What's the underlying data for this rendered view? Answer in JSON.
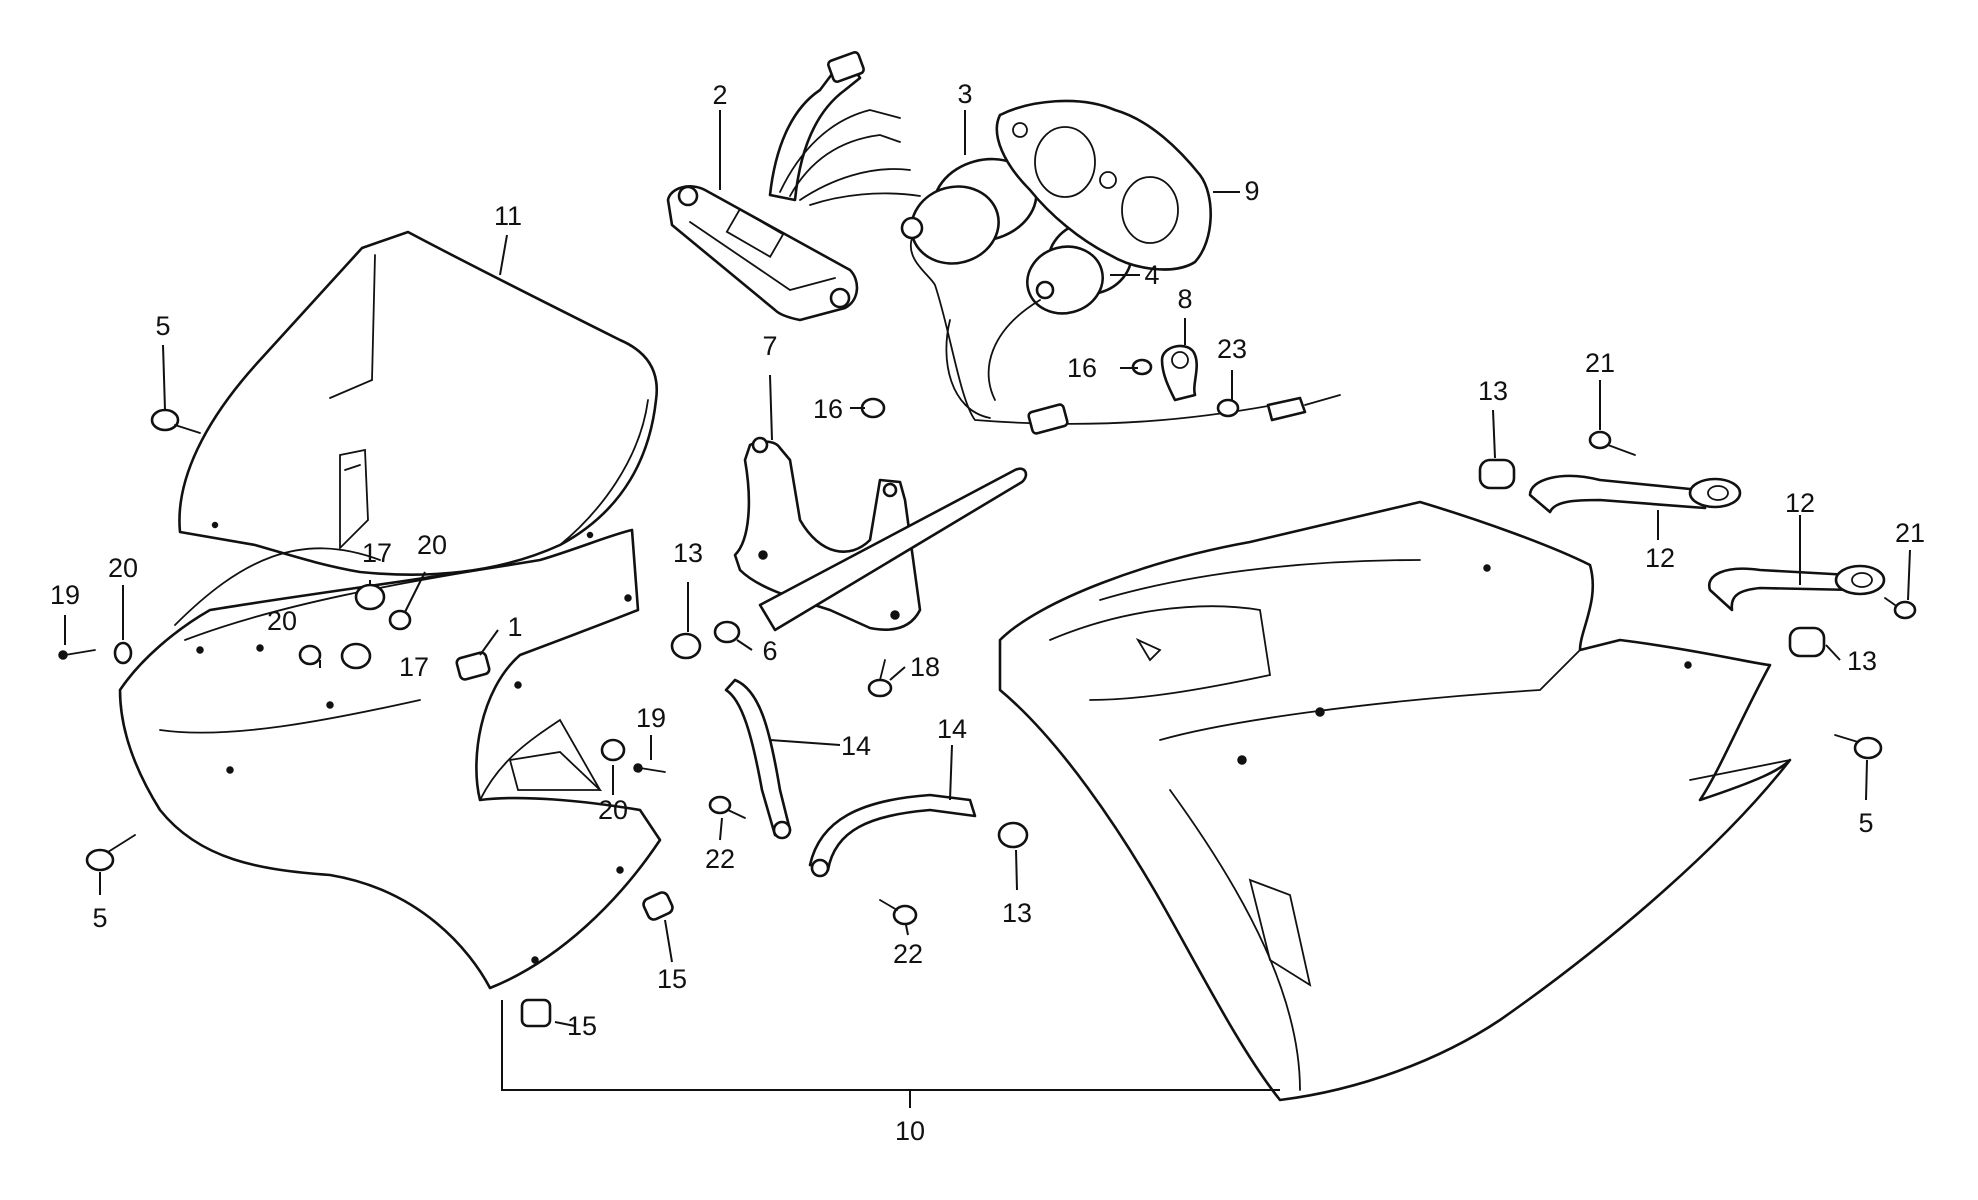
{
  "callouts": {
    "p1": "1",
    "p2": "2",
    "p3": "3",
    "p4": "4",
    "p5a": "5",
    "p5b": "5",
    "p5c": "5",
    "p6": "6",
    "p7": "7",
    "p8": "8",
    "p9": "9",
    "p10": "10",
    "p11": "11",
    "p12a": "12",
    "p12b": "12",
    "p13a": "13",
    "p13b": "13",
    "p13c": "13",
    "p13d": "13",
    "p14a": "14",
    "p14b": "14",
    "p15a": "15",
    "p15b": "15",
    "p16a": "16",
    "p16b": "16",
    "p17a": "17",
    "p17b": "17",
    "p18": "18",
    "p19a": "19",
    "p19b": "19",
    "p20a": "20",
    "p20b": "20",
    "p20c": "20",
    "p20d": "20",
    "p21a": "21",
    "p21b": "21",
    "p22a": "22",
    "p22b": "22",
    "p23": "23"
  }
}
